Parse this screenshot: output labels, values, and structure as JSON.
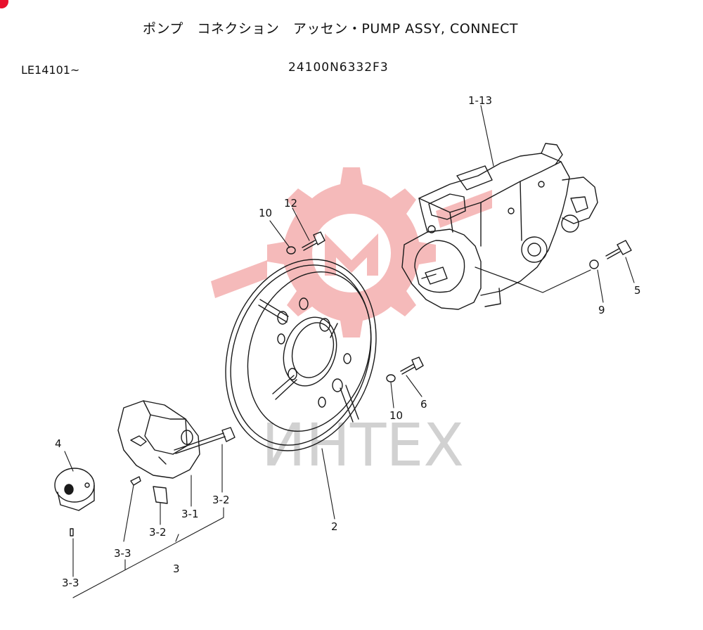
{
  "title": "ポンプ　コネクション　アッセン・PUMP ASSY, CONNECT",
  "serial_range": "LE14101~",
  "part_number": "24100N6332F3",
  "watermark": {
    "text": "ИНТЕХ",
    "logo_color": "#f2a3a3",
    "text_color": "#c9c9c9"
  },
  "badge_color": "#e8112d",
  "callouts": {
    "c1_13": "1-13",
    "c12": "12",
    "c10_top": "10",
    "c5": "5",
    "c9": "9",
    "c6": "6",
    "c10_bottom": "10",
    "c2": "2",
    "c4": "4",
    "c3_2_right": "3-2",
    "c3_1": "3-1",
    "c3_2_bottom": "3-2",
    "c3_3_mid": "3-3",
    "c3": "3",
    "c3_3_left": "3-3"
  }
}
